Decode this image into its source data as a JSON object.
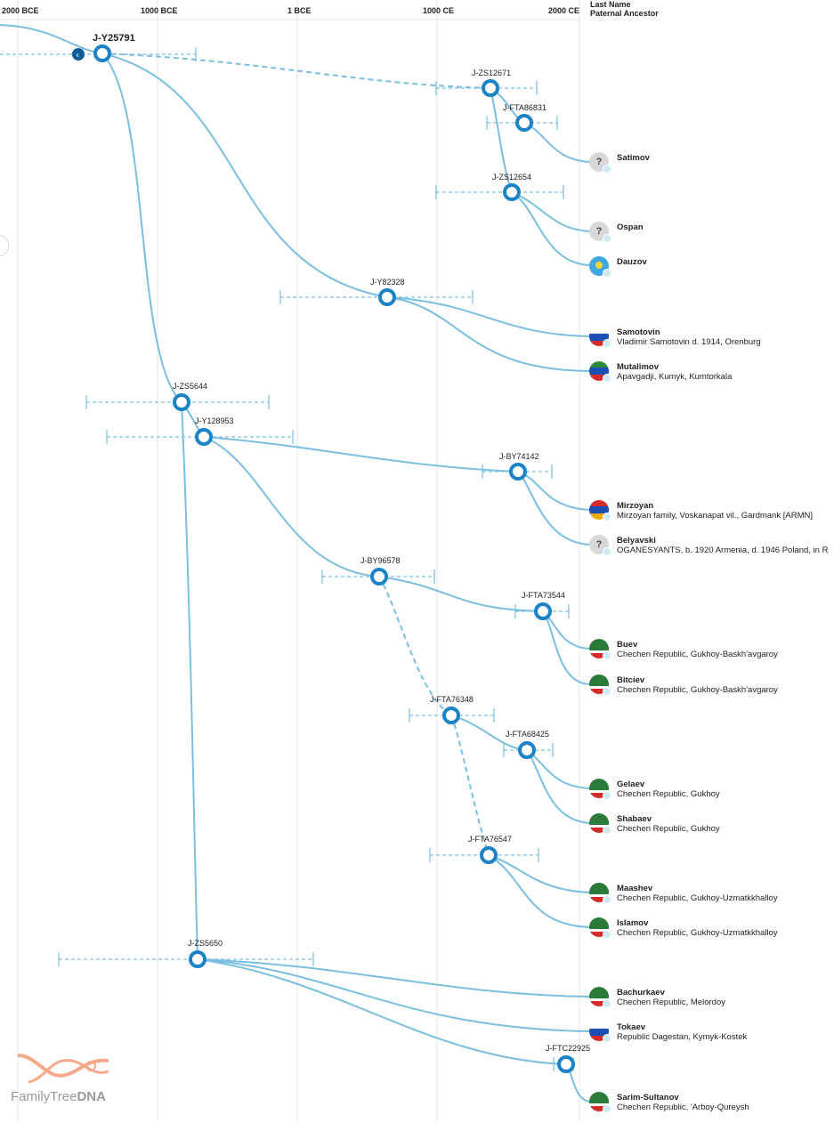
{
  "timeline": {
    "ticks": [
      "2000 BCE",
      "1000 BCE",
      "1 BCE",
      "1000 CE",
      "2000 CE"
    ],
    "column_header": [
      "Last Name",
      "Paternal Ancestor"
    ]
  },
  "nodes": {
    "root": "J-Y25791",
    "zs12671": "J-ZS12671",
    "fta86831": "J-FTA86831",
    "zs12654": "J-ZS12654",
    "y82328": "J-Y82328",
    "zs5644": "J-ZS5644",
    "y128953": "J-Y128953",
    "by74142": "J-BY74142",
    "by96578": "J-BY96578",
    "fta73544": "J-FTA73544",
    "fta76348": "J-FTA76348",
    "fta68425": "J-FTA68425",
    "fta76547": "J-FTA76547",
    "zs5650": "J-ZS5650",
    "ftc22925": "J-FTC22925"
  },
  "ancestors": [
    {
      "name": "Satimov",
      "desc": "",
      "flag": "unknown"
    },
    {
      "name": "Ospan",
      "desc": "",
      "flag": "unknown"
    },
    {
      "name": "Dauzov",
      "desc": "",
      "flag": "kazakhstan"
    },
    {
      "name": "Samotovin",
      "desc": "Vladimir Samotovin d. 1914, Orenburg",
      "flag": "russia"
    },
    {
      "name": "Mutalimov",
      "desc": "Apavgadji, Kumyk, Kumtorkala",
      "flag": "dagestan"
    },
    {
      "name": "Mirzoyan",
      "desc": "Mirzoyan family, Voskanapat vil., Gardmank [ARMN]",
      "flag": "armenia"
    },
    {
      "name": "Belyavski",
      "desc": "OGANESYANTS, b. 1920 Armenia, d. 1946 Poland, in R",
      "flag": "unknown"
    },
    {
      "name": "Buev",
      "desc": "Chechen Republic, Gukhoy-Baskh'avgaroy",
      "flag": "chechnya"
    },
    {
      "name": "Bitciev",
      "desc": "Chechen Republic, Gukhoy-Baskh'avgaroy",
      "flag": "chechnya"
    },
    {
      "name": "Gelaev",
      "desc": "Chechen Republic, Gukhoy",
      "flag": "chechnya"
    },
    {
      "name": "Shabaev",
      "desc": "Chechen Republic, Gukhoy",
      "flag": "chechnya"
    },
    {
      "name": "Maashev",
      "desc": "Chechen Republic, Gukhoy-Uzmatkkhalloy",
      "flag": "chechnya"
    },
    {
      "name": "Islamov",
      "desc": "Chechen Republic, Gukhoy-Uzmatkkhalloy",
      "flag": "chechnya"
    },
    {
      "name": "Bachurkaev",
      "desc": "Chechen Republic, Melordoy",
      "flag": "chechnya"
    },
    {
      "name": "Tokaev",
      "desc": "Republic Dagestan, Kymyk-Kostek",
      "flag": "russia"
    },
    {
      "name": "Sarim-Sultanov",
      "desc": "Chechen Republic, 'Arboy-Qureysh",
      "flag": "chechnya"
    }
  ],
  "logo": {
    "text_light": "FamilyTree",
    "text_bold": "DNA"
  },
  "colors": {
    "line": "#7bbfe0",
    "node": "#1b83c6",
    "node_dark": "#0e5d96",
    "grid": "#e4e4e4"
  }
}
